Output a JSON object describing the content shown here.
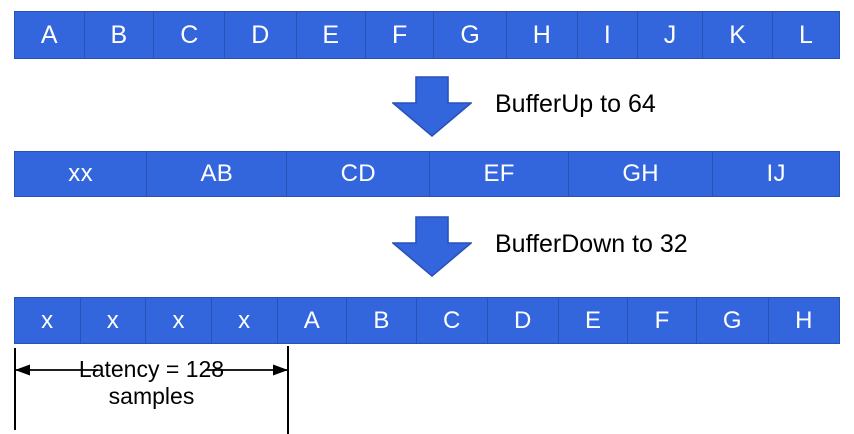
{
  "diagram": {
    "title": "Buffer resampling latency diagram",
    "colors": {
      "cell_fill": "#3366dd",
      "cell_border": "#2a51b8",
      "cell_text": "#ffffff",
      "arrow_fill": "#3366dd",
      "arrow_stroke": "#2a51b8",
      "annotation": "#000000",
      "background": "#ffffff"
    },
    "rows": [
      {
        "name": "input-buffer-row",
        "cells": [
          "A",
          "B",
          "C",
          "D",
          "E",
          "F",
          "G",
          "H",
          "I",
          "J",
          "K",
          "L"
        ]
      },
      {
        "name": "bufferup-row",
        "cells": [
          "xx",
          "AB",
          "CD",
          "EF",
          "GH",
          "IJ"
        ]
      },
      {
        "name": "bufferdown-row",
        "cells": [
          "x",
          "x",
          "x",
          "x",
          "A",
          "B",
          "C",
          "D",
          "E",
          "F",
          "G",
          "H"
        ]
      }
    ],
    "arrows": [
      {
        "name": "bufferup-arrow",
        "icon": "down-arrow-icon",
        "caption": "BufferUp to 64"
      },
      {
        "name": "bufferdown-arrow",
        "icon": "down-arrow-icon",
        "caption": "BufferDown to 32"
      }
    ],
    "latency": {
      "line1": "Latency = 128",
      "line2": "samples",
      "icon": "double-headed-arrow-icon"
    }
  }
}
